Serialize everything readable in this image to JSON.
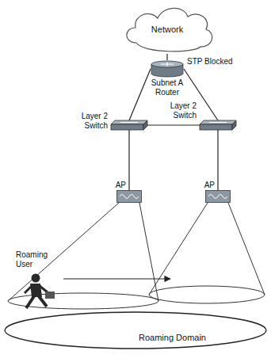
{
  "diagram": {
    "nodes": [
      {
        "text": [
          "Network"
        ]
      },
      {
        "text": [
          "Subnet A Router"
        ]
      },
      {
        "text": [
          "Layer 2 Switch"
        ]
      },
      {
        "text": [
          "Layer 2 Switch"
        ]
      },
      {
        "text": [
          "AP"
        ]
      },
      {
        "text": [
          "AP"
        ]
      },
      {
        "text": [
          "Roaming Domain"
        ]
      }
    ],
    "edges": [
      {
        "from": 0,
        "to": 1,
        "arrow": "none"
      },
      {
        "from": 1,
        "to": 2,
        "arrow": "none"
      },
      {
        "from": 1,
        "to": 3,
        "arrow": "none"
      },
      {
        "from": 2,
        "to": 3,
        "arrow": "none"
      },
      {
        "from": 2,
        "to": 4,
        "arrow": "none"
      },
      {
        "from": 3,
        "to": 5,
        "arrow": "none"
      }
    ],
    "labels": [
      "STP Blocked",
      "Roaming User"
    ]
  }
}
